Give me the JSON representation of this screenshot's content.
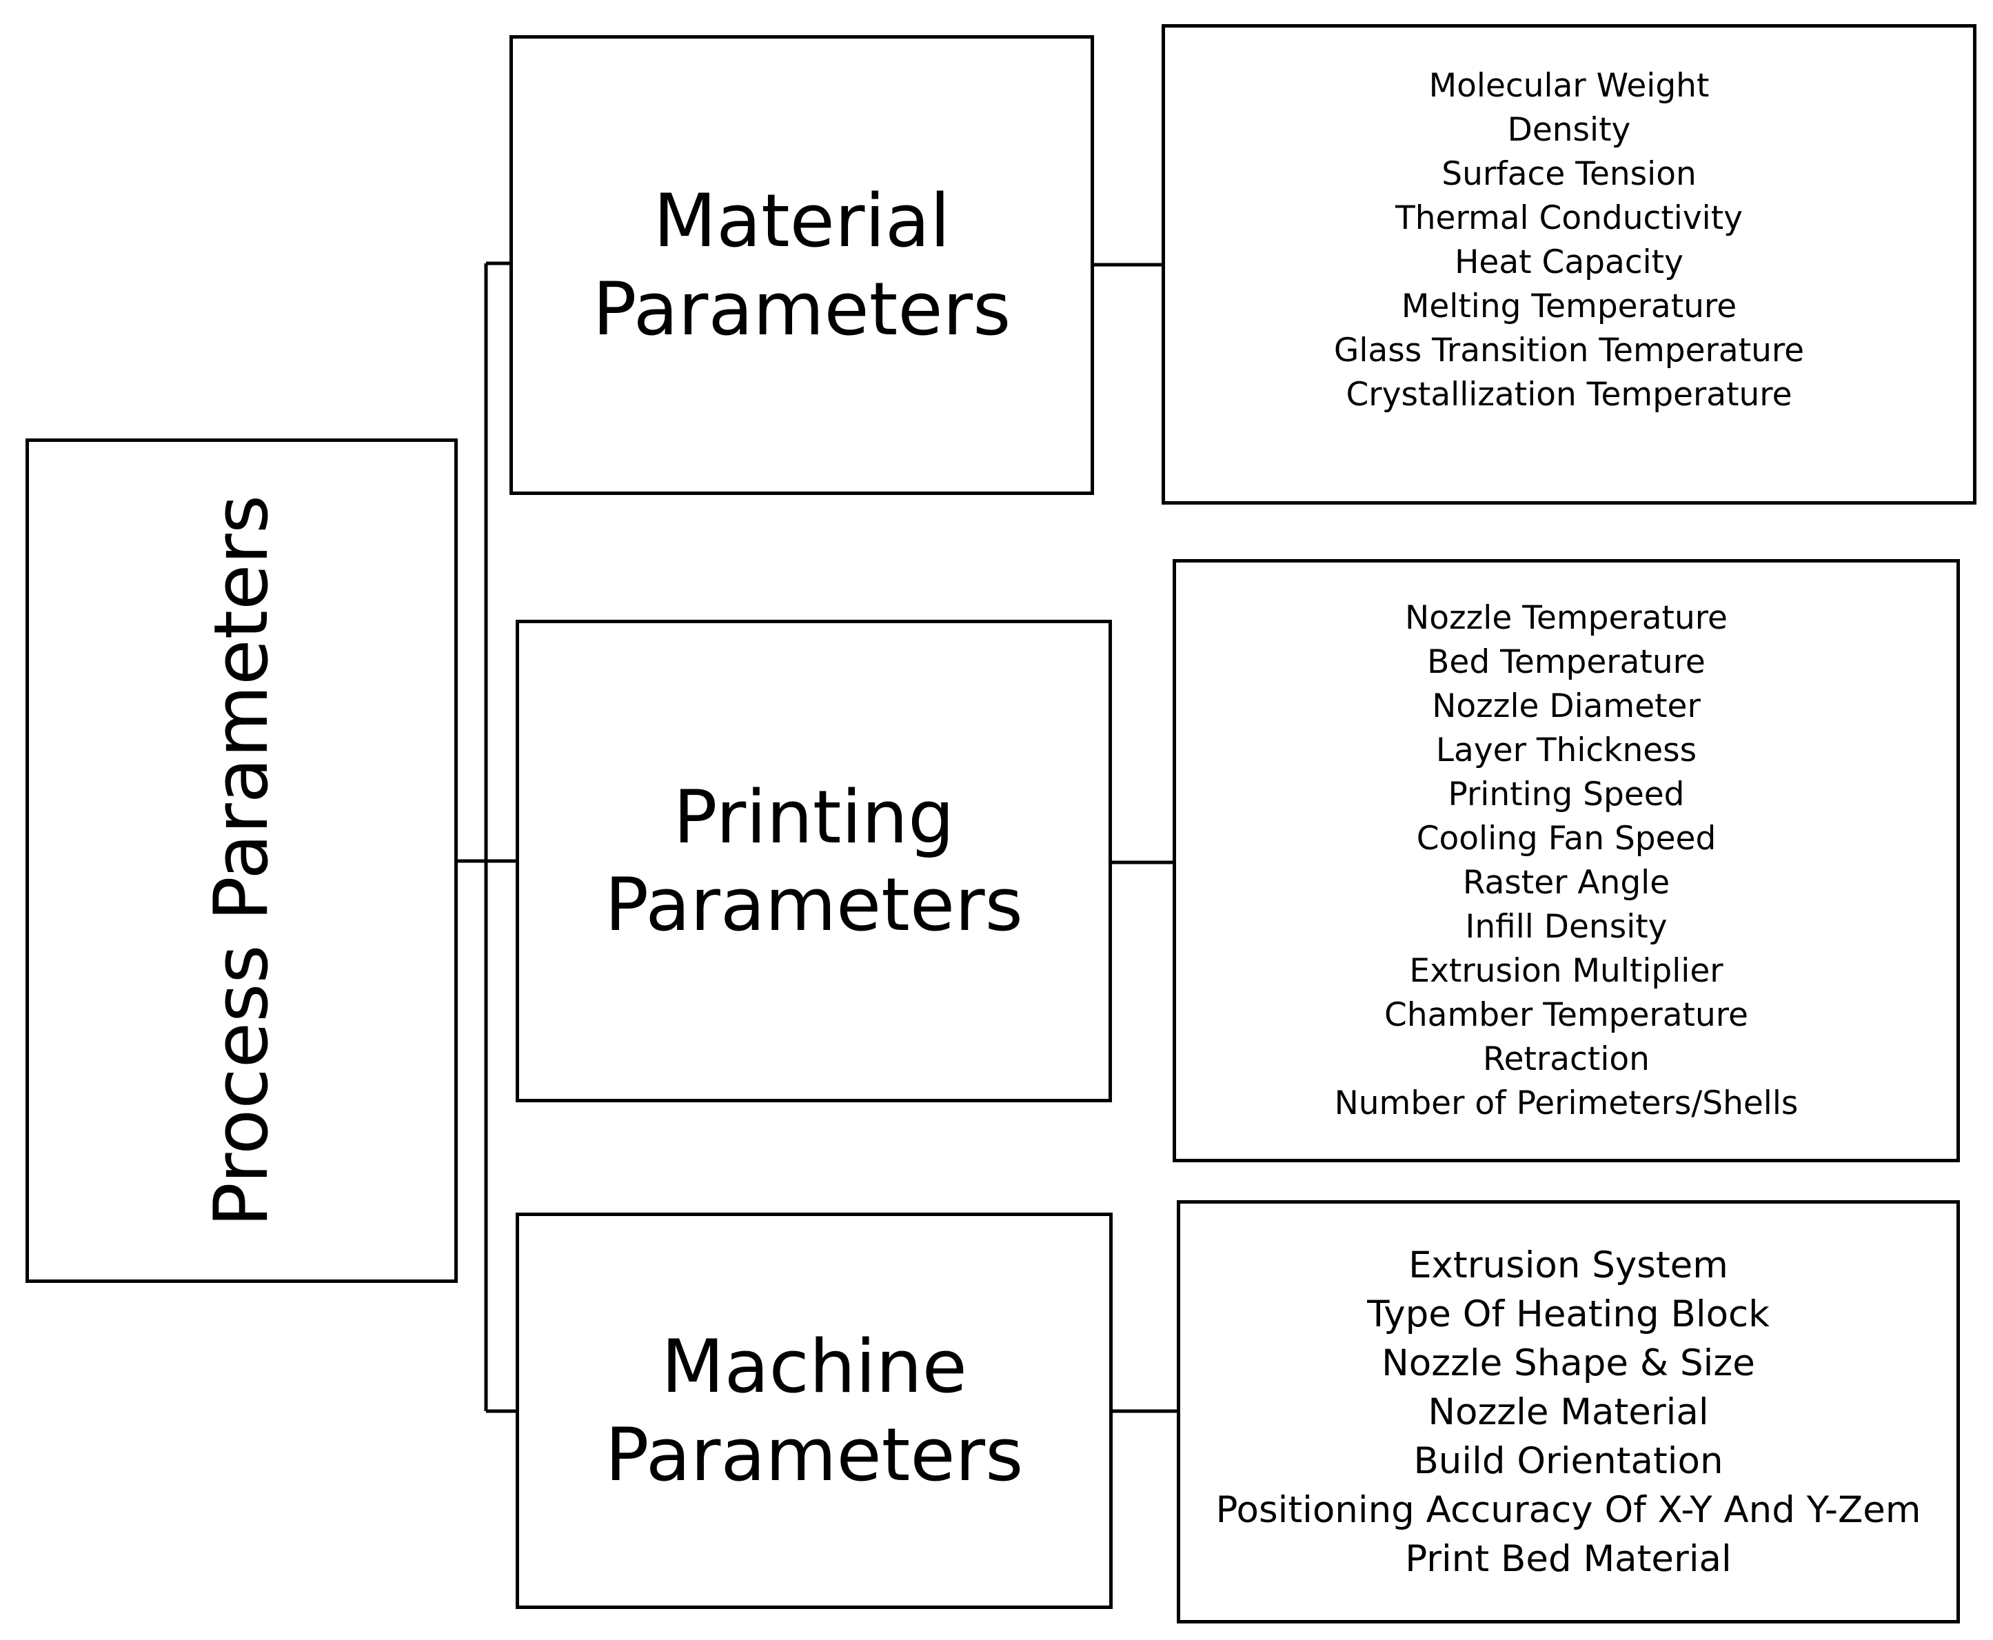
{
  "root": {
    "label": "Process Parameters"
  },
  "categories": [
    {
      "key": "material",
      "label": "Material\nParameters",
      "items": [
        "Molecular Weight",
        "Density",
        "Surface Tension",
        "Thermal Conductivity",
        "Heat Capacity",
        "Melting  Temperature",
        "Glass Transition Temperature",
        "Crystallization Temperature"
      ]
    },
    {
      "key": "printing",
      "label": "Printing\nParameters",
      "items": [
        "Nozzle Temperature",
        "Bed Temperature",
        "Nozzle Diameter",
        "Layer Thickness",
        "Printing Speed",
        "Cooling Fan Speed",
        "Raster Angle",
        "Infill Density",
        "Extrusion Multiplier",
        "Chamber Temperature",
        "Retraction",
        "Number of Perimeters/Shells"
      ]
    },
    {
      "key": "machine",
      "label": "Machine\nParameters",
      "items": [
        "Extrusion System",
        "Type Of Heating Block",
        "Nozzle Shape & Size",
        "Nozzle Material",
        "Build Orientation",
        "Positioning Accuracy Of X-Y And Y-Zem",
        "Print Bed Material"
      ]
    }
  ]
}
